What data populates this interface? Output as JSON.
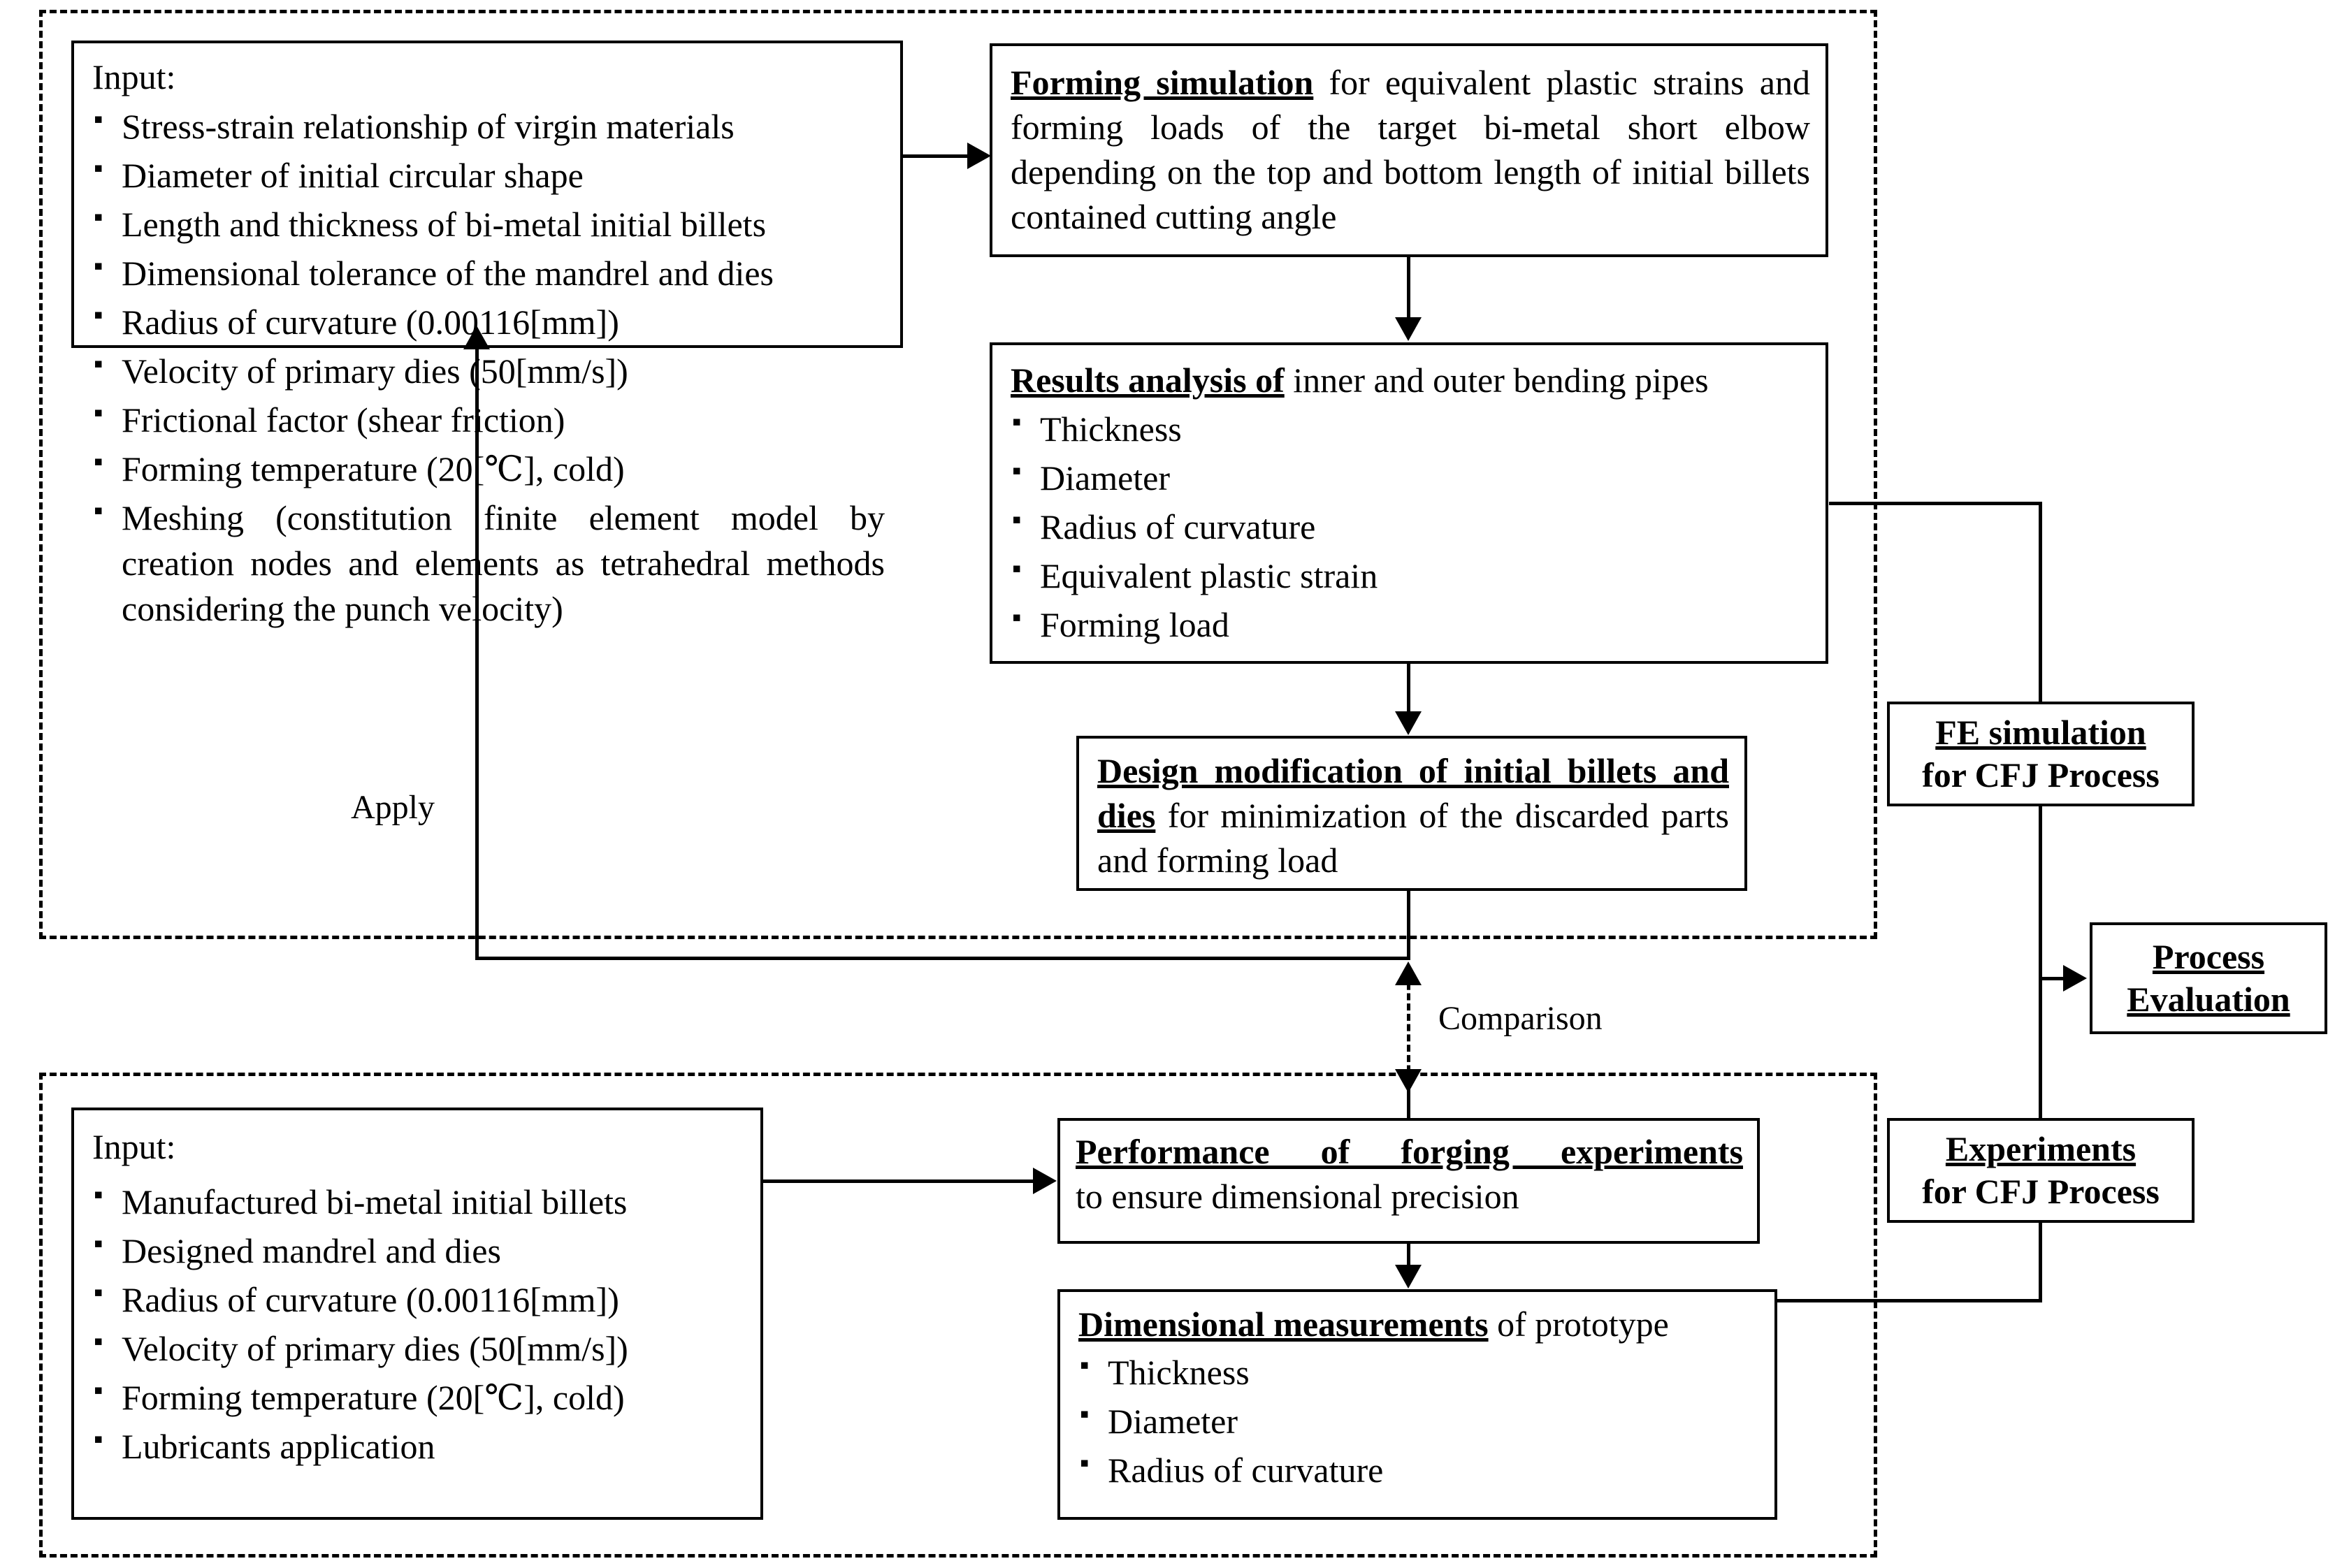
{
  "diagram": {
    "title": "CFJ process research flowchart",
    "groups": [
      {
        "name": "fe-simulation-group"
      },
      {
        "name": "experiments-group"
      }
    ],
    "sim_input": {
      "heading": "Input:",
      "items": [
        "Stress-strain relationship of virgin materials",
        "Diameter of initial circular shape",
        "Length and thickness of bi-metal initial billets",
        "Dimensional tolerance of the mandrel and dies",
        "Radius of curvature (0.00116[mm])",
        "Velocity of primary dies (50[mm/s])",
        "Frictional factor (shear friction)",
        "Forming temperature (20[℃], cold)",
        "Meshing (constitution finite element model by creation nodes and elements as tetrahedral methods considering the punch velocity)"
      ]
    },
    "forming_simulation": {
      "lead": "Forming simulation",
      "rest": " for equivalent plastic strains and forming loads of the target bi-metal short elbow depending on the top and bottom length of initial billets contained cutting angle"
    },
    "results_analysis": {
      "lead": "Results analysis of",
      "rest": " inner and outer bending pipes",
      "items": [
        "Thickness",
        "Diameter",
        "Radius of curvature",
        "Equivalent plastic strain",
        "Forming load"
      ]
    },
    "design_modification": {
      "lead": "Design modification of initial billets and dies",
      "rest": " for minimization of the discarded parts and forming load"
    },
    "exp_input": {
      "heading": "Input:",
      "items": [
        "Manufactured bi-metal initial billets",
        "Designed mandrel and dies",
        "Radius of curvature (0.00116[mm])",
        "Velocity of primary dies (50[mm/s])",
        "Forming temperature (20[℃], cold)",
        "Lubricants application"
      ]
    },
    "performance": {
      "lead": "Performance of forging experiments",
      "rest": "to ensure dimensional precision"
    },
    "dimensional_measurements": {
      "lead": "Dimensional measurements",
      "rest": " of prototype",
      "items": [
        "Thickness",
        "Diameter",
        "Radius of curvature"
      ]
    },
    "fe_simulation_box": {
      "line1": "FE simulation",
      "line2": "for CFJ Process"
    },
    "process_evaluation_box": {
      "line1": "Process",
      "line2": "Evaluation"
    },
    "experiments_box": {
      "line1": "Experiments",
      "line2": "for CFJ Process"
    },
    "edge_labels": {
      "apply": "Apply",
      "comparison": "Comparison"
    },
    "colors": {
      "stroke": "#000000",
      "background": "#ffffff"
    }
  }
}
